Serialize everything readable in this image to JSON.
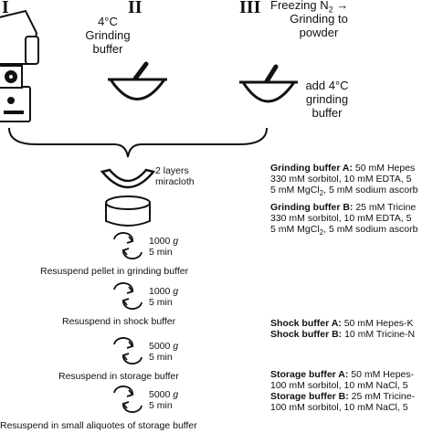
{
  "columns": {
    "i": "I",
    "ii": "II",
    "iii": "III"
  },
  "col2": {
    "temp": "4°C",
    "line1": "Grinding",
    "line2": "buffer"
  },
  "col3": {
    "freeze_a": "Freezing N",
    "freeze_sub": "2",
    "freeze_arrow": " →",
    "line1": "Grinding to",
    "line2": "powder",
    "add1": "add 4°C",
    "add2": "grinding",
    "add3": "buffer"
  },
  "filter": {
    "line1": "2 layers",
    "line2": "miracloth"
  },
  "spins": [
    {
      "speed": "1000",
      "unit": "g",
      "time": "5 min"
    },
    {
      "speed": "1000",
      "unit": "g",
      "time": "5 min"
    },
    {
      "speed": "5000",
      "unit": "g",
      "time": "5 min"
    },
    {
      "speed": "5000",
      "unit": "g",
      "time": "5 min"
    }
  ],
  "steps": [
    "Resuspend pellet in grinding buffer",
    "Resuspend in shock buffer",
    "Resuspend in storage buffer",
    "Resuspend in small aliquotes of storage buffer"
  ],
  "buffers": {
    "grind_a_title": "Grinding buffer A:",
    "grind_a_1": " 50 mM Hepes",
    "grind_a_2": "330 mM sorbitol, 10 mM EDTA, 5",
    "grind_a_3": "5 mM MgCl",
    "grind_a_3b": "2",
    "grind_a_3c": ", 5 mM sodium ascorb",
    "grind_b_title": "Grinding buffer B:",
    "grind_b_1": " 25 mM Tricine",
    "grind_b_2": "330 mM sorbitol, 10 mM EDTA, 5",
    "grind_b_3": "5 mM MgCl",
    "grind_b_3b": "2",
    "grind_b_3c": ", 5 mM sodium ascorb",
    "shock_a_title": "Shock buffer A:",
    "shock_a_1": " 50 mM Hepes-K",
    "shock_b_title": "Shock buffer B:",
    "shock_b_1": " 10 mM Tricine-N",
    "store_a_title": "Storage buffer A:",
    "store_a_1": " 50 mM Hepes-",
    "store_a_2": "100 mM sorbitol, 10 mM NaCl, 5",
    "store_b_title": "Storage buffer B:",
    "store_b_1": " 25 mM Tricine-",
    "store_b_2": "100 mM sorbitol, 10 mM NaCl, 5"
  }
}
